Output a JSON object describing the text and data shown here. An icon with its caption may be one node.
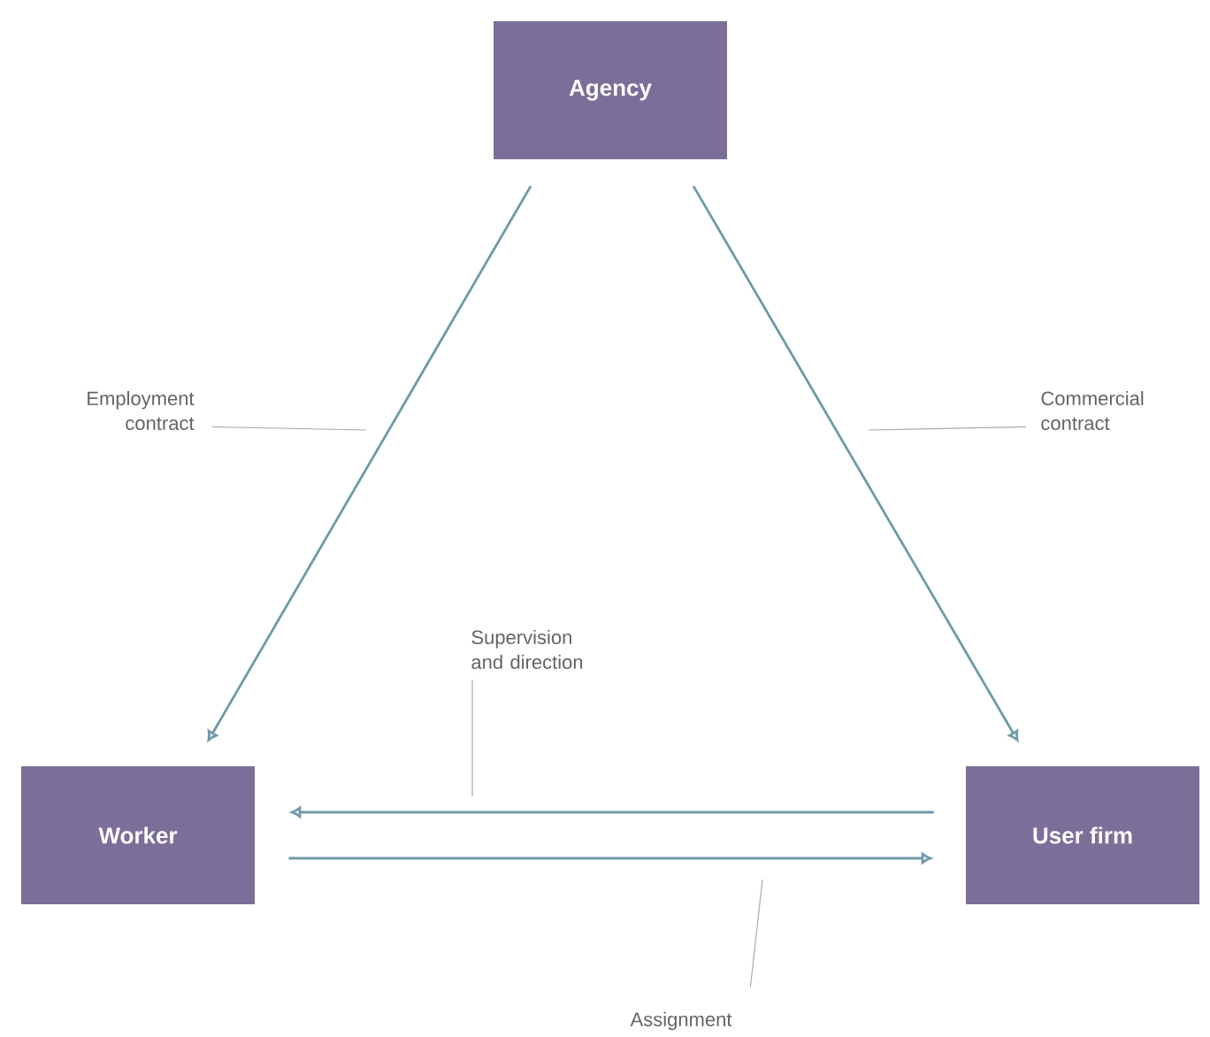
{
  "diagram": {
    "nodes": [
      {
        "text": [
          "Agency"
        ]
      },
      {
        "text": [
          "Worker"
        ]
      },
      {
        "text": [
          "User firm"
        ]
      },
      {
        "text": [
          "Employment contract"
        ]
      },
      {
        "text": [
          "Commercial contract"
        ]
      },
      {
        "text": [
          "Supervision and direction"
        ]
      },
      {
        "text": [
          "Assignment"
        ]
      }
    ],
    "edges": [
      {
        "from": 0,
        "to": 1,
        "arrow": "to"
      },
      {
        "from": 0,
        "to": 2,
        "arrow": "to"
      },
      {
        "from": 2,
        "to": 1,
        "arrow": "to"
      },
      {
        "from": 1,
        "to": 2,
        "arrow": "to"
      },
      {
        "from": 3,
        "to": null,
        "arrow": "none"
      },
      {
        "from": 4,
        "to": null,
        "arrow": "none"
      },
      {
        "from": 5,
        "to": null,
        "arrow": "none"
      },
      {
        "from": 6,
        "to": null,
        "arrow": "none"
      }
    ]
  }
}
